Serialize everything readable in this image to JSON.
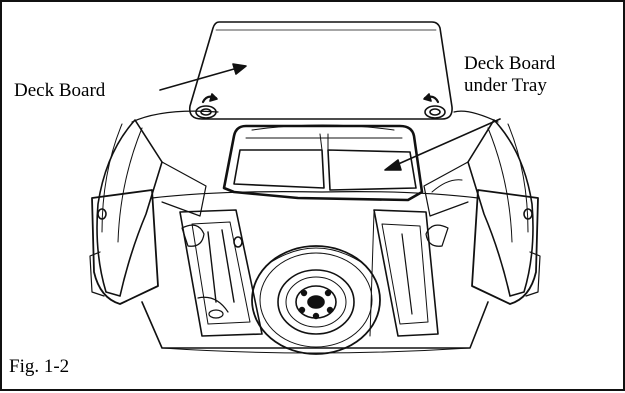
{
  "labels": {
    "deck_board": "Deck Board",
    "deck_board_under_tray_line1": "Deck Board",
    "deck_board_under_tray_line2": "under Tray",
    "figure_caption": "Fig. 1-2"
  }
}
